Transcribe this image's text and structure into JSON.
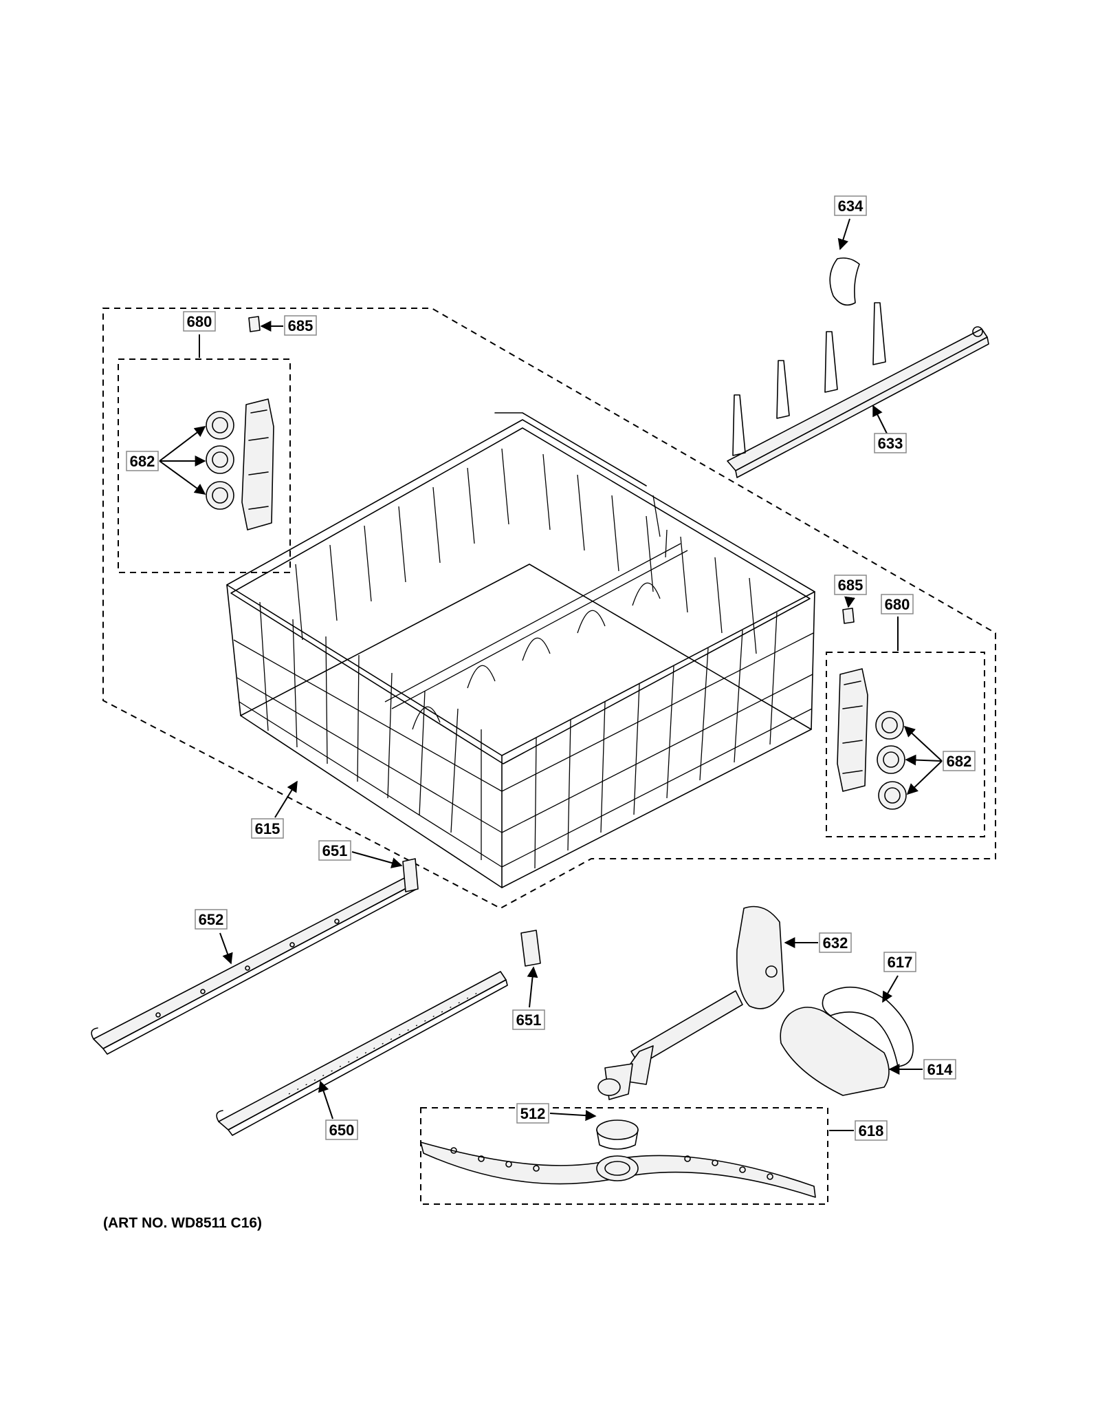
{
  "diagram": {
    "callouts": {
      "c634": "634",
      "c685a": "685",
      "c680a": "680",
      "c682a": "682",
      "c633": "633",
      "c685b": "685",
      "c680b": "680",
      "c682b": "682",
      "c615": "615",
      "c651a": "651",
      "c652": "652",
      "c632": "632",
      "c617": "617",
      "c651b": "651",
      "c614": "614",
      "c512": "512",
      "c618": "618",
      "c650": "650"
    },
    "caption": "(ART NO. WD8511 C16)"
  }
}
